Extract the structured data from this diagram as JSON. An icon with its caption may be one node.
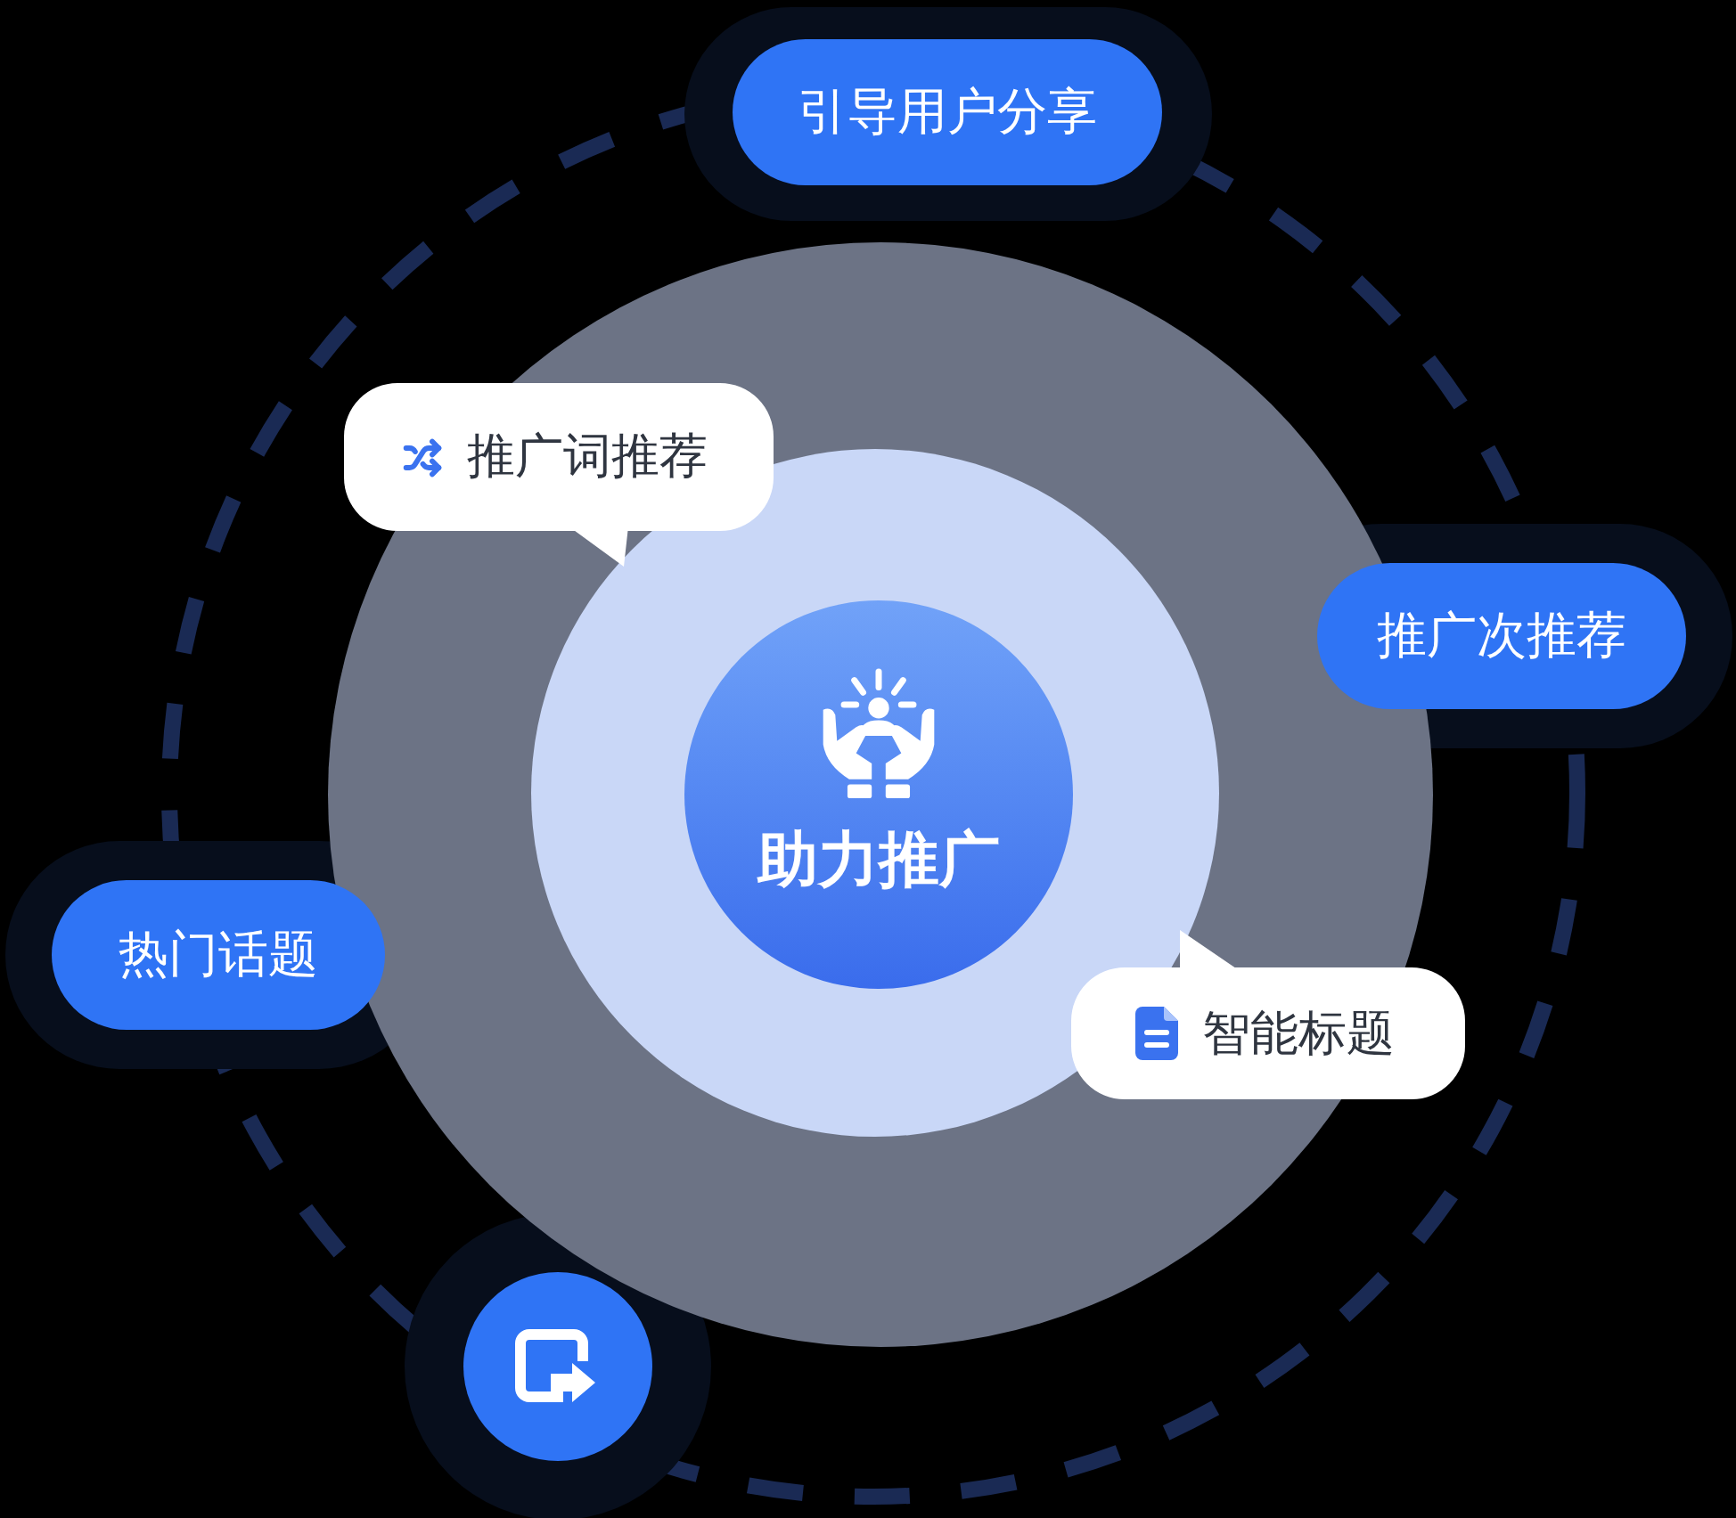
{
  "diagram": {
    "nodes": [
      {
        "text": [
          "引导用户分享"
        ]
      },
      {
        "text": [
          "推广词推荐"
        ]
      },
      {
        "text": [
          "推广次推荐"
        ]
      },
      {
        "text": [
          "助力推广"
        ]
      },
      {
        "text": [
          "热门话题"
        ]
      },
      {
        "text": [
          "智能标题"
        ]
      },
      {
        "text": [],
        "shape": "circle"
      }
    ]
  }
}
